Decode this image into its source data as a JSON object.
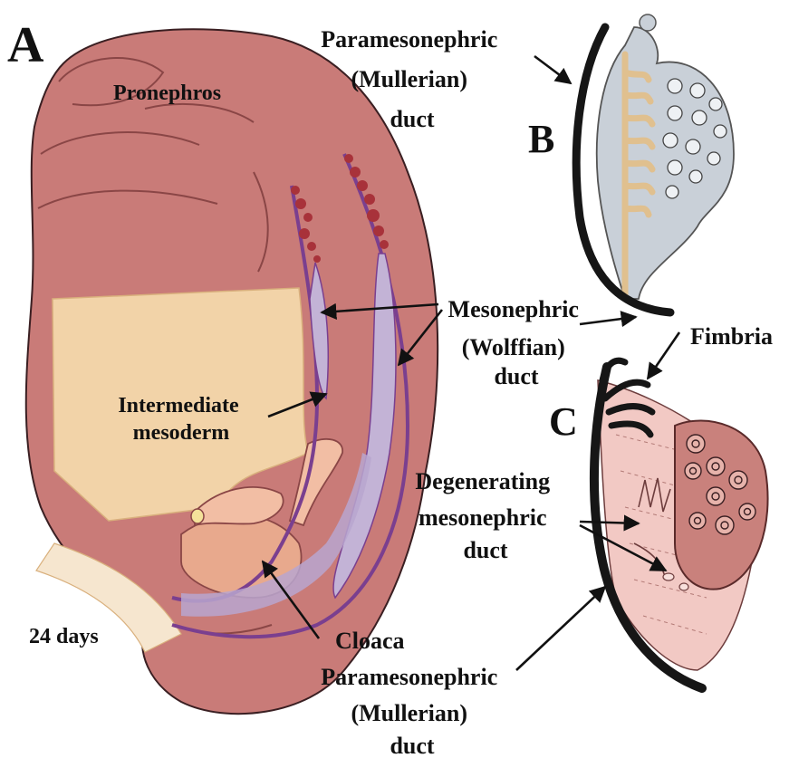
{
  "panels": {
    "a": "A",
    "b": "B",
    "c": "C"
  },
  "labels": {
    "pronephros": "Pronephros",
    "paramesonephric_top": [
      "Paramesonephric",
      "(Mullerian)",
      "duct"
    ],
    "mesonephric": [
      "Mesonephric",
      "(Wolffian)",
      "duct"
    ],
    "intermediate": [
      "Intermediate",
      "mesoderm"
    ],
    "fimbria": "Fimbria",
    "degenerating": [
      "Degenerating",
      "mesonephric",
      "duct"
    ],
    "age": "24 days",
    "cloaca": "Cloaca",
    "paramesonephric_bottom": [
      "Paramesonephric",
      "(Mullerian)",
      "duct"
    ]
  },
  "colors": {
    "embryo_body": "#c97b78",
    "embryo_shadow": "#a85f5d",
    "yolk_region": "#f2d3a8",
    "duct_purple": "#7a3f8f",
    "duct_fill": "#c3b3d6",
    "nephron_red": "#a8323a",
    "gonad_gray": "#c9d0d8",
    "tubule_tan": "#e0c08f",
    "ovary_pink": "#c9817c",
    "stroma_pink": "#f2c9c4",
    "duct_black": "#161616"
  }
}
